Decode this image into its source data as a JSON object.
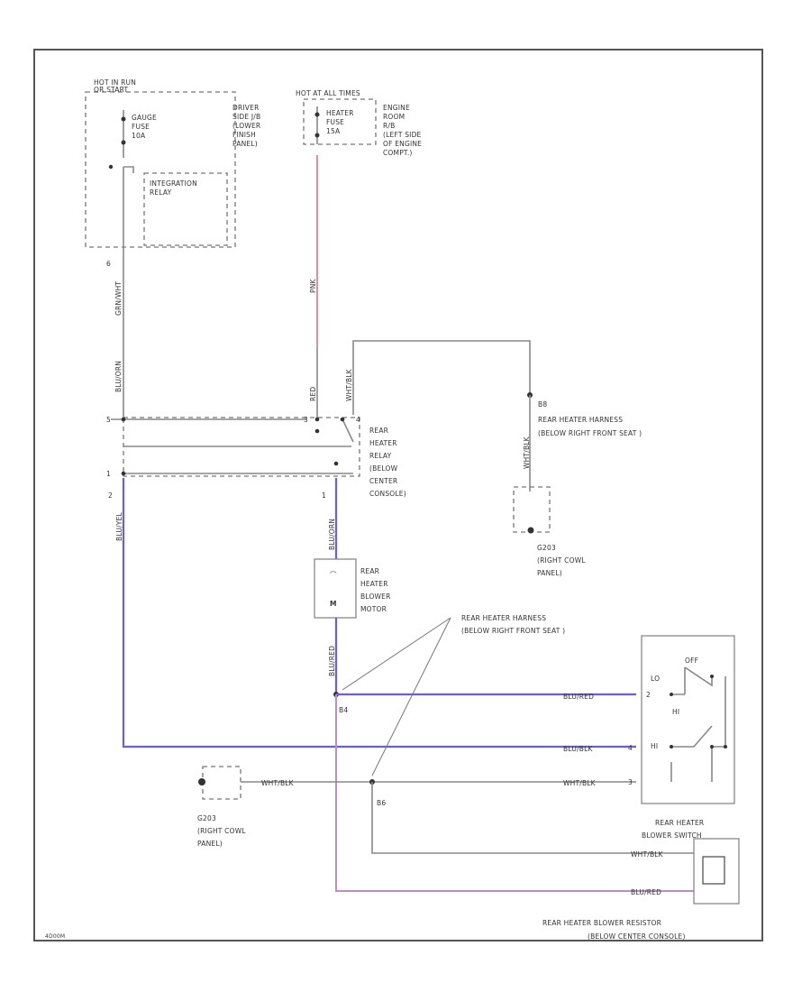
{
  "components": {
    "hot_run": {
      "line1": "HOT IN RUN",
      "line2": "OR START"
    },
    "gauge_fuse": {
      "line1": "GAUGE",
      "line2": "FUSE",
      "line3": "10A"
    },
    "driver_jb": {
      "line1": "DRIVER",
      "line2": "SIDE J/B",
      "line3": "(LOWER",
      "line4": "FINISH",
      "line5": "PANEL)"
    },
    "integration_relay": {
      "line1": "INTEGRATION",
      "line2": "RELAY"
    },
    "hot_all_times": {
      "line1": "HOT AT ALL TIMES"
    },
    "heater_fuse": {
      "line1": "HEATER",
      "line2": "FUSE",
      "line3": "15A"
    },
    "engine_room_rb": {
      "line1": "ENGINE",
      "line2": "ROOM",
      "line3": "R/B",
      "line4": "(LEFT SIDE",
      "line5": "OF ENGINE",
      "line6": "COMPT.)"
    },
    "rear_heater_relay": {
      "line1": "REAR",
      "line2": "HEATER",
      "line3": "RELAY",
      "line4": "(BELOW",
      "line5": "CENTER",
      "line6": "CONSOLE)"
    },
    "rear_heater_harness_top": {
      "id": "B8",
      "line1": "REAR HEATER HARNESS",
      "line2": "(BELOW RIGHT FRONT SEAT )"
    },
    "g203_top": {
      "line1": "G203",
      "line2": "(RIGHT COWL",
      "line3": "PANEL)"
    },
    "blower_motor": {
      "line1": "REAR",
      "line2": "HEATER",
      "line3": "BLOWER",
      "line4": "MOTOR",
      "symbol": "M"
    },
    "rear_heater_harness_mid": {
      "line1": "REAR HEATER HARNESS",
      "line2": "(BELOW RIGHT FRONT SEAT )"
    },
    "g203_bottom": {
      "line1": "G203",
      "line2": "(RIGHT COWL",
      "line3": "PANEL)"
    },
    "blower_switch": {
      "line1": "REAR HEATER",
      "line2": "BLOWER SWITCH",
      "pos_off": "OFF",
      "pos_lo": "LO",
      "pos_hi": "HI"
    },
    "blower_resistor": {
      "line1": "REAR HEATER BLOWER RESISTOR",
      "line2": "(BELOW CENTER CONSOLE)"
    }
  },
  "wires": {
    "gauge_out": "GRN/WHT",
    "relay_in_left": "BLU/ORN",
    "heater_fuse_out": "PNK",
    "relay_in_right": "RED",
    "relay_right_feed": "WHT/BLK",
    "b8_ground": "WHT/BLK",
    "left_blue": "BLU/YEL",
    "relay_to_motor": "BLU/ORN",
    "motor_out": "BLU/RED",
    "to_switch_lo": "BLU/RED",
    "to_switch_hi": "BLU/BLK",
    "ground_to_switch": "WHT/BLK",
    "to_resistor_upper": "WHT/BLK",
    "to_resistor_lower": "BLU/RED"
  },
  "pins": {
    "p6": "6",
    "p5": "5",
    "p3": "3",
    "p4": "4",
    "p1": "1",
    "p2": "2",
    "b4": "B4",
    "b6": "B6",
    "s_lo": "2",
    "s_hi": "4",
    "s_gnd": "3"
  },
  "footer": {
    "code": "4D00M"
  }
}
